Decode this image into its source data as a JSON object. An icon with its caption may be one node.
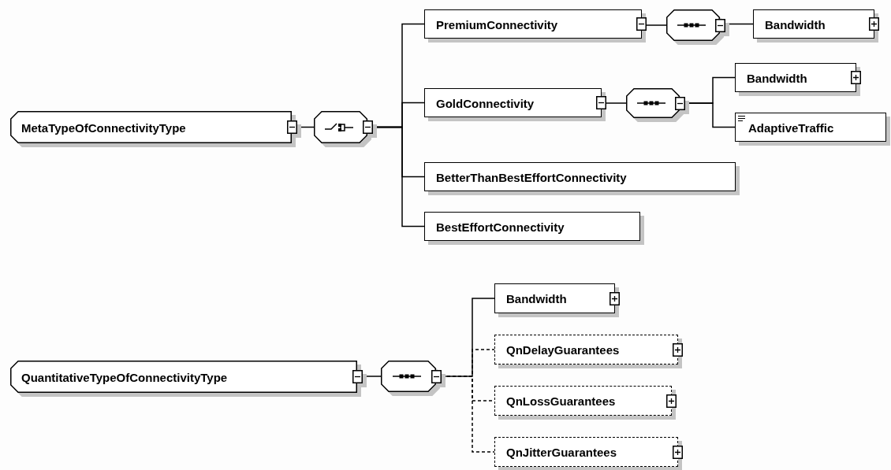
{
  "diagram": {
    "nodes": [
      {
        "text": [
          "MetaTypeOfConnectivityType"
        ]
      },
      {
        "text": [],
        "shape": "octagon"
      },
      {
        "text": [
          "PremiumConnectivity"
        ]
      },
      {
        "text": [],
        "shape": "octagon"
      },
      {
        "text": [
          "Bandwidth"
        ]
      },
      {
        "text": [
          "GoldConnectivity"
        ]
      },
      {
        "text": [],
        "shape": "octagon"
      },
      {
        "text": [
          "Bandwidth"
        ]
      },
      {
        "text": [
          "AdaptiveTraffic"
        ]
      },
      {
        "text": [
          "BetterThanBestEffortConnectivity"
        ]
      },
      {
        "text": [
          "BestEffortConnectivity"
        ]
      },
      {
        "text": [
          "QuantitativeTypeOfConnectivityType"
        ]
      },
      {
        "text": [],
        "shape": "octagon"
      },
      {
        "text": [
          "Bandwidth"
        ]
      },
      {
        "text": [
          "QnDelayGuarantees"
        ]
      },
      {
        "text": [
          "QnLossGuarantees"
        ]
      },
      {
        "text": [
          "QnJitterGuarantees"
        ]
      }
    ],
    "edges": [
      {
        "from": 0,
        "to": 1,
        "arrow": "none"
      },
      {
        "from": 1,
        "to": 2,
        "arrow": "none"
      },
      {
        "from": 1,
        "to": 5,
        "arrow": "none"
      },
      {
        "from": 1,
        "to": 9,
        "arrow": "none"
      },
      {
        "from": 1,
        "to": 10,
        "arrow": "none"
      },
      {
        "from": 2,
        "to": 3,
        "arrow": "none"
      },
      {
        "from": 3,
        "to": 4,
        "arrow": "none"
      },
      {
        "from": 5,
        "to": 6,
        "arrow": "none"
      },
      {
        "from": 6,
        "to": 7,
        "arrow": "none"
      },
      {
        "from": 6,
        "to": 8,
        "arrow": "none"
      },
      {
        "from": 11,
        "to": 12,
        "arrow": "none"
      },
      {
        "from": 12,
        "to": 13,
        "arrow": "none"
      },
      {
        "from": 12,
        "to": 14,
        "arrow": "none",
        "style": "dashed"
      },
      {
        "from": 12,
        "to": 15,
        "arrow": "none",
        "style": "dashed"
      },
      {
        "from": 12,
        "to": 16,
        "arrow": "none",
        "style": "dashed"
      }
    ]
  }
}
